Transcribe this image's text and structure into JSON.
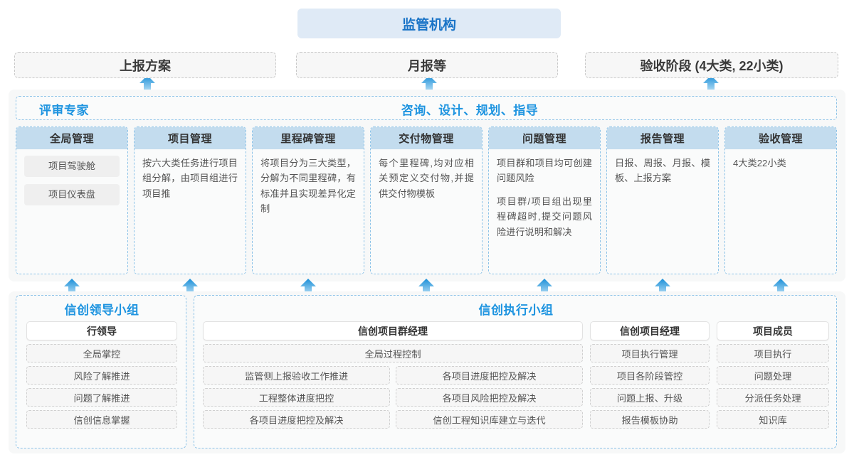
{
  "top": {
    "regulator": "监管机构",
    "submissions": [
      {
        "label": "上报方案"
      },
      {
        "label": "月报等"
      },
      {
        "label": "验收阶段 (4大类, 22小类)"
      }
    ]
  },
  "middle": {
    "labels": {
      "left": "评审专家",
      "right": "咨询、设计、规划、指导"
    },
    "columns": [
      {
        "header": "全局管理",
        "chips": [
          "项目驾驶舱",
          "项目仪表盘"
        ],
        "paragraphs": []
      },
      {
        "header": "项目管理",
        "chips": [],
        "paragraphs": [
          "按六大类任务进行项目组分解，由项目组进行项目推"
        ]
      },
      {
        "header": "里程碑管理",
        "chips": [],
        "paragraphs": [
          "将项目分为三大类型，分解为不同里程碑，有标准并且实现差异化定制"
        ]
      },
      {
        "header": "交付物管理",
        "chips": [],
        "paragraphs": [
          "每个里程碑,均对应相关预定义交付物,并提供交付物模板"
        ]
      },
      {
        "header": "问题管理",
        "chips": [],
        "paragraphs": [
          "项目群和项目均可创建问题风险",
          "项目群/项目组出现里程碑超时,提交问题风险进行说明和解决"
        ]
      },
      {
        "header": "报告管理",
        "chips": [],
        "paragraphs": [
          "日报、周报、月报、模板、上报方案"
        ]
      },
      {
        "header": "验收管理",
        "chips": [],
        "paragraphs": [
          "4大类22小类"
        ]
      }
    ]
  },
  "bottom": {
    "leading_group": {
      "title": "信创领导小组",
      "role": "行领导",
      "tasks": [
        "全局掌控",
        "风险了解推进",
        "问题了解推进",
        "信创信息掌握"
      ]
    },
    "execution_group": {
      "title": "信创执行小组",
      "program_manager": {
        "role": "信创项目群经理",
        "wide_task": "全局过程控制",
        "left_tasks": [
          "监管侧上报验收工作推进",
          "工程整体进度把控",
          "各项目进度把控及解决"
        ],
        "right_tasks": [
          "各项目进度把控及解决",
          "各项目风险把控及解决",
          "信创工程知识库建立与迭代"
        ]
      },
      "project_manager": {
        "role": "信创项目经理",
        "tasks": [
          "项目执行管理",
          "项目各阶段管控",
          "问题上报、升级",
          "报告模板协助"
        ]
      },
      "members": {
        "role": "项目成员",
        "tasks": [
          "项目执行",
          "问题处理",
          "分派任务处理",
          "知识库"
        ]
      }
    }
  },
  "colors": {
    "accent_blue": "#1e94e0",
    "header_fill": "#c3dcee",
    "regulator_fill": "#dfeaf6",
    "arrow_top": "#1a8fd8",
    "arrow_bottom": "#b9e0f5"
  }
}
